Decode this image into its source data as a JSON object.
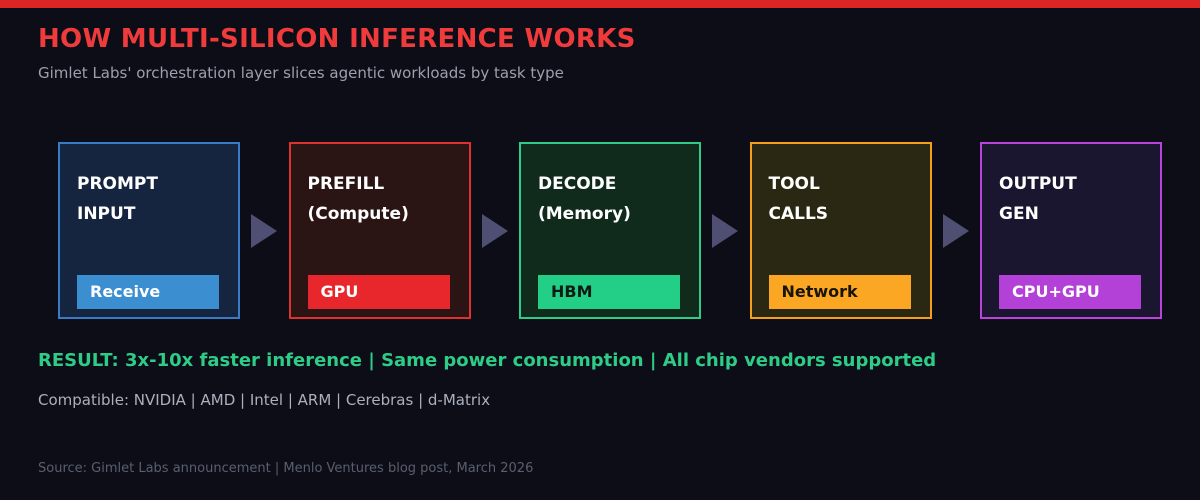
{
  "accent_bar_color": "#dc2626",
  "background_color": "#0d0d17",
  "header": {
    "title": "HOW MULTI-SILICON INFERENCE WORKS",
    "title_color": "#ef3b3b",
    "subtitle": "Gimlet Labs' orchestration layer slices agentic workloads by task type",
    "subtitle_color": "#9aa0ae"
  },
  "pipeline": {
    "arrow_color": "#4f4f74",
    "stages": [
      {
        "label": "PROMPT\nINPUT",
        "badge": "Receive",
        "border_color": "#3a7bc8",
        "fill_color": "#16253f",
        "badge_color": "#3b8ed0",
        "badge_text_color": "#ffffff"
      },
      {
        "label": "PREFILL\n(Compute)",
        "badge": "GPU",
        "border_color": "#e03131",
        "fill_color": "#2a1414",
        "badge_color": "#e8272c",
        "badge_text_color": "#ffffff"
      },
      {
        "label": "DECODE\n(Memory)",
        "badge": "HBM",
        "border_color": "#2ecc87",
        "fill_color": "#102a1c",
        "badge_color": "#23ce86",
        "badge_text_color": "#0d1b12"
      },
      {
        "label": "TOOL\nCALLS",
        "badge": "Network",
        "border_color": "#f59f1b",
        "fill_color": "#2a2712",
        "badge_color": "#fba724",
        "badge_text_color": "#1a1405"
      },
      {
        "label": "OUTPUT\nGEN",
        "badge": "CPU+GPU",
        "border_color": "#bb43dd",
        "fill_color": "#1b1630",
        "badge_color": "#b341d8",
        "badge_text_color": "#ffffff"
      }
    ]
  },
  "footer": {
    "result": "RESULT: 3x-10x faster inference  |  Same power consumption  |  All chip vendors supported",
    "result_color": "#2ecc87",
    "compatible": "Compatible: NVIDIA  |  AMD  |  Intel  |  ARM  |  Cerebras  |  d-Matrix",
    "compatible_color": "#aab0bd",
    "source": "Source: Gimlet Labs announcement | Menlo Ventures blog post, March 2026",
    "source_color": "#595f6e"
  }
}
